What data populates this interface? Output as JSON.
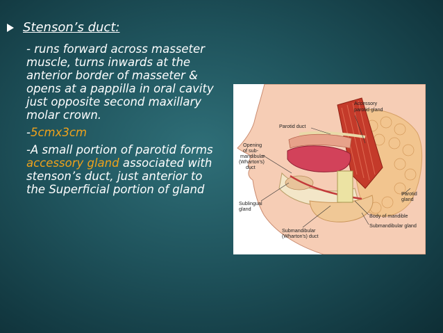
{
  "slide": {
    "heading": "Stenson’s duct:",
    "para1": "- runs forward across masseter muscle, turns inwards at the anterior border of masseter & opens at a pappilla in oral cavity just opposite second maxillary molar crown.",
    "para2_prefix": "-",
    "para2_accent": "5cmx3cm",
    "para3_a": "-A small portion of parotid forms ",
    "para3_accent": "accessory gland",
    "para3_b": " associated with stenson’s duct, just anterior to the Superficial portion of gland"
  },
  "figure": {
    "labels": {
      "accessory_1": "Accessory",
      "accessory_2": "parotid gland",
      "parotid_duct": "Parotid duct",
      "opening_1": "Opening",
      "opening_2": "of sub-",
      "opening_3": "mandibular",
      "opening_4": "(Wharton's)",
      "opening_5": "duct",
      "sublingual_1": "Sublingual",
      "sublingual_2": "gland",
      "submand_duct_1": "Submandibular",
      "submand_duct_2": "(Wharton's) duct",
      "parotid_1": "Parotid",
      "parotid_2": "gland",
      "body_mandible": "Body of mandible",
      "submand_gland": "Submandibular gland"
    }
  },
  "colors": {
    "accent": "#f0a21b",
    "text": "#ffffff"
  }
}
